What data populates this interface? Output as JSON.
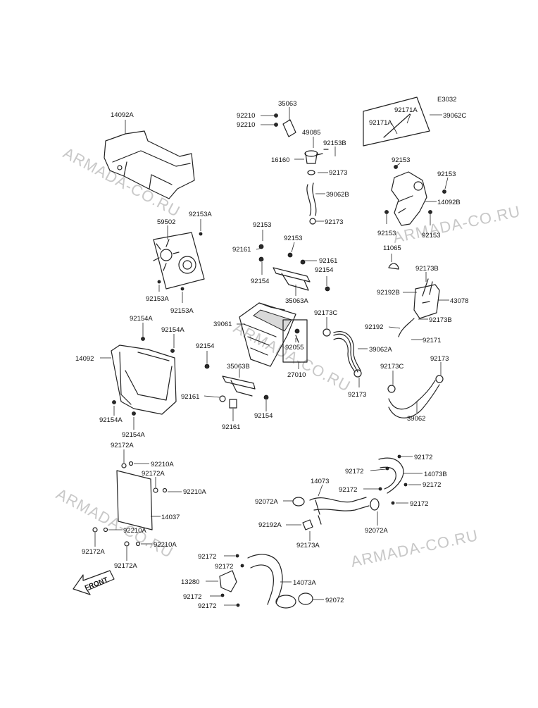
{
  "diagram_code": "E3032",
  "watermark": "ARMADA-CO.RU",
  "front_label": "FRONT",
  "labels": {
    "p14092A": "14092A",
    "p35063": "35063",
    "p92210a": "92210",
    "p92210b": "92210",
    "p49085": "49085",
    "p16160": "16160",
    "p92153B": "92153B",
    "p92173a": "92173",
    "p39062B": "39062B",
    "p92173b": "92173",
    "p92171A1": "92171A",
    "p92171A2": "92171A",
    "p39062C": "39062C",
    "p92153a": "92153",
    "p92153b": "92153",
    "p14092B": "14092B",
    "p92153c": "92153",
    "p92153d": "92153",
    "p92153A1": "92153A",
    "p59502": "59502",
    "p92153A2": "92153A",
    "p92153A3": "92153A",
    "p92153e": "92153",
    "p92161a": "92161",
    "p92153f": "92153",
    "p92161b": "92161",
    "p92154a": "92154",
    "p92154b": "92154",
    "p35063A": "35063A",
    "p11065": "11065",
    "p92173B1": "92173B",
    "p92192B": "92192B",
    "p43078": "43078",
    "p92173B2": "92173B",
    "p92192": "92192",
    "p92171": "92171",
    "p39061": "39061",
    "p92173C1": "92173C",
    "p92055": "92055",
    "p39062A": "39062A",
    "p27010": "27010",
    "p92154A1": "92154A",
    "p92154A2": "92154A",
    "p14092": "14092",
    "p92154c": "92154",
    "p35063B": "35063B",
    "p92173c": "92173",
    "p92173C2": "92173C",
    "p92173d": "92173",
    "p39062": "39062",
    "p92161c": "92161",
    "p92161d": "92161",
    "p92154d": "92154",
    "p92154A3": "92154A",
    "p92154A4": "92154A",
    "p92172A1": "92172A",
    "p92210A1": "92210A",
    "p92172A2": "92172A",
    "p92210A2": "92210A",
    "p14037": "14037",
    "p92210A3": "92210A",
    "p92172A3": "92172A",
    "p92210A4": "92210A",
    "p92172A4": "92172A",
    "p92172a": "92172",
    "p92172b": "92172",
    "p14073B": "14073B",
    "p92172c": "92172",
    "p92172d": "92172",
    "p14073": "14073",
    "p92072A1": "92072A",
    "p92172e": "92172",
    "p92072A2": "92072A",
    "p92192A": "92192A",
    "p92173A": "92173A",
    "p92172f": "92172",
    "p92172g": "92172",
    "p13280": "13280",
    "p14073A": "14073A",
    "p92172h": "92172",
    "p92172i": "92172",
    "p92072": "92072"
  }
}
